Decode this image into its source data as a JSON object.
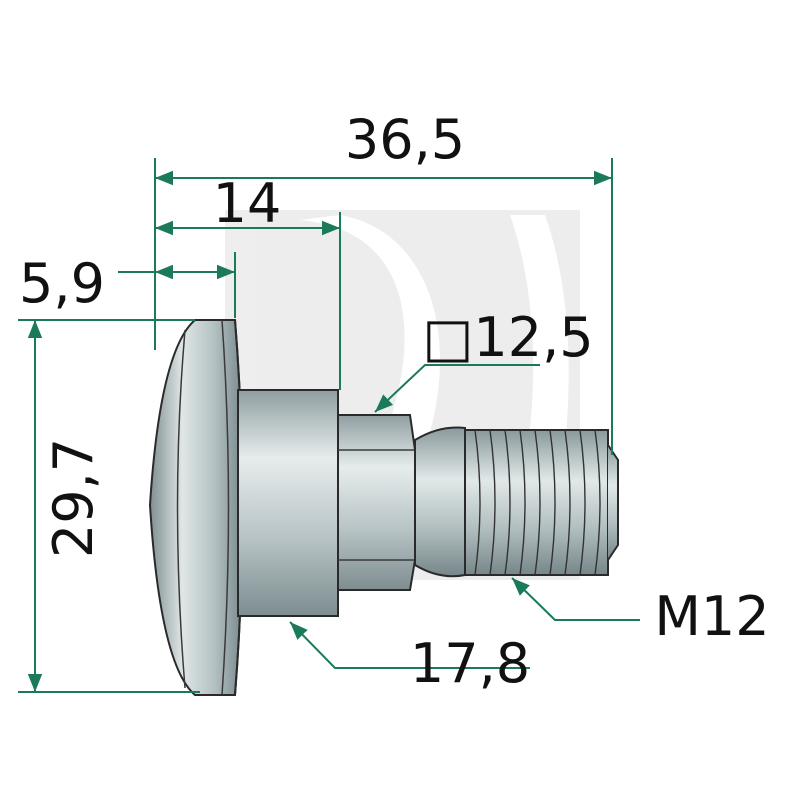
{
  "dimensions": {
    "total_length": "36,5",
    "shoulder_length": "14",
    "head_thickness": "5,9",
    "head_diameter": "29,7",
    "square_size": "□12,5",
    "shoulder_diameter": "17,8",
    "thread": "M12"
  },
  "colors": {
    "dimension_line": "#1a7a5a",
    "metal_light": "#dfe6e6",
    "metal_mid": "#a9b7b9",
    "metal_dark": "#6f7f82",
    "watermark": "#e6e6e6"
  }
}
